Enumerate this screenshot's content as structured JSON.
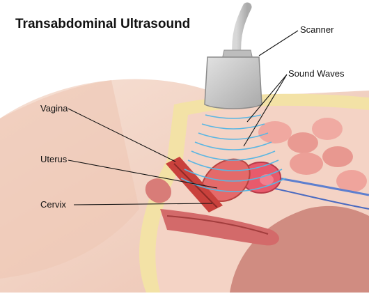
{
  "diagram": {
    "title": "Transabdominal Ultrasound",
    "labels": {
      "scanner": "Scanner",
      "sound_waves": "Sound Waves",
      "vagina": "Vagina",
      "uterus": "Uterus",
      "cervix": "Cervix"
    },
    "colors": {
      "skin": "#f4d6c8",
      "skin_dark": "#e7b9a6",
      "fat": "#f3e2a6",
      "muscle": "#c9413c",
      "organ": "#e46a6a",
      "bladder": "#e85a6c",
      "nerve_blue": "#5d7fcf",
      "waves": "#5bb6e2",
      "probe": "#c8c8c8"
    }
  }
}
